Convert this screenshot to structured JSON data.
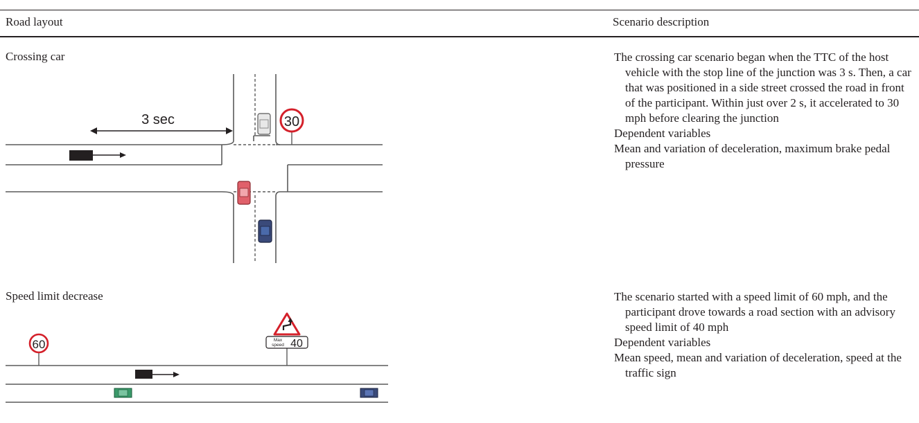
{
  "table": {
    "headers": {
      "road_layout": "Road layout",
      "scenario_description": "Scenario description"
    },
    "rows": [
      {
        "title": "Crossing car",
        "diagram": {
          "time_label": "3 sec",
          "speed_sign": "30"
        },
        "description": "The crossing car scenario began when the TTC of the host vehicle with the stop line of the junction was 3 s. Then, a car that was positioned in a side street crossed the road in front of the participant. Within just over 2 s, it accelerated to 30 mph before clearing the junction",
        "dependent_label": "Dependent variables",
        "dependent_values": "Mean and variation of deceleration, maximum brake pedal pressure"
      },
      {
        "title": "Speed limit decrease",
        "diagram": {
          "speed_sign": "60",
          "max_speed_small": [
            "Max",
            "speed"
          ],
          "max_speed_value": "40"
        },
        "description": "The scenario started with a speed limit of 60 mph, and the participant drove towards a road section with an advisory speed limit of 40 mph",
        "dependent_label": "Dependent variables",
        "dependent_values": "Mean speed, mean and variation of deceleration, speed at the traffic sign"
      }
    ]
  },
  "colors": {
    "text": "#231f20",
    "road_line": "#5a5a5a",
    "host_car": "#231f20",
    "crossing_car": "#e0606a",
    "oncoming_car": "#3a4a7a",
    "parked_car_white": "#e8e8e8",
    "green_car": "#3a9a6a",
    "sign_red": "#d4202a"
  }
}
